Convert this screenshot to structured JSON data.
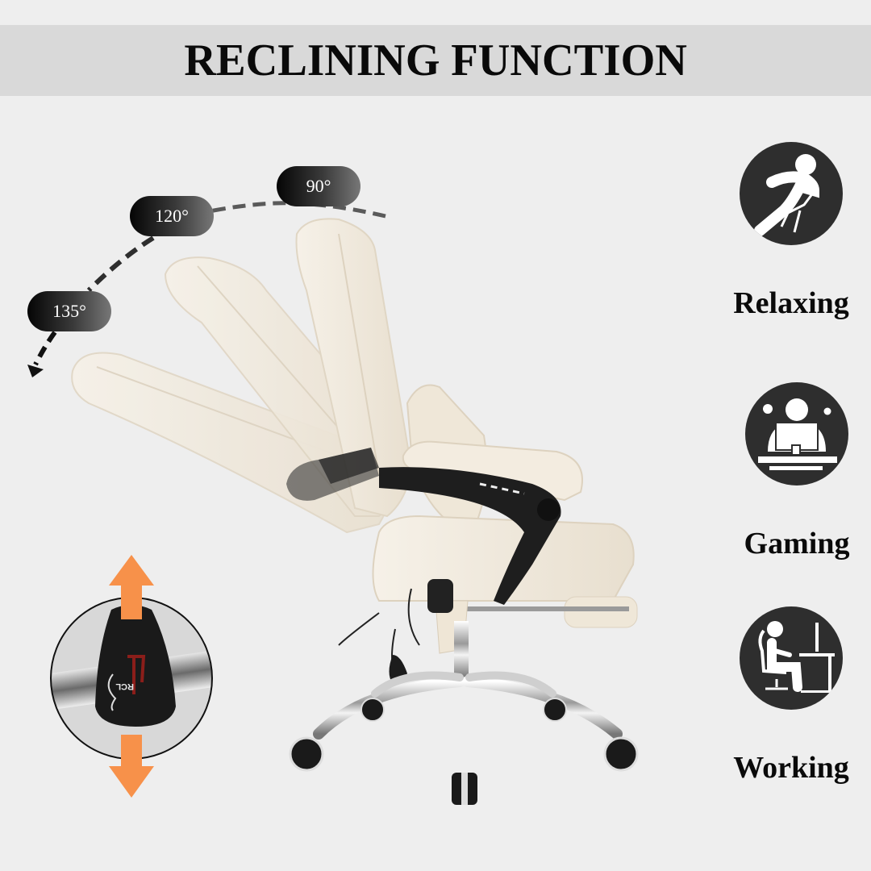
{
  "header": {
    "title": "RECLINING FUNCTION"
  },
  "angles": [
    {
      "label": "90°"
    },
    {
      "label": "120°"
    },
    {
      "label": "135°"
    }
  ],
  "features": [
    {
      "label": "Relaxing",
      "icon": "relaxing-person-icon"
    },
    {
      "label": "Gaming",
      "icon": "gaming-desk-icon"
    },
    {
      "label": "Working",
      "icon": "working-desk-icon"
    }
  ],
  "lever": {
    "text": "RCL",
    "arrow_color": "#f7914a"
  },
  "colors": {
    "background": "#eeeeee",
    "banner": "#d9d9d9",
    "icon_circle": "#2e2e2e",
    "upholstery": "#f2ebdf",
    "accent_orange": "#f7914a"
  }
}
